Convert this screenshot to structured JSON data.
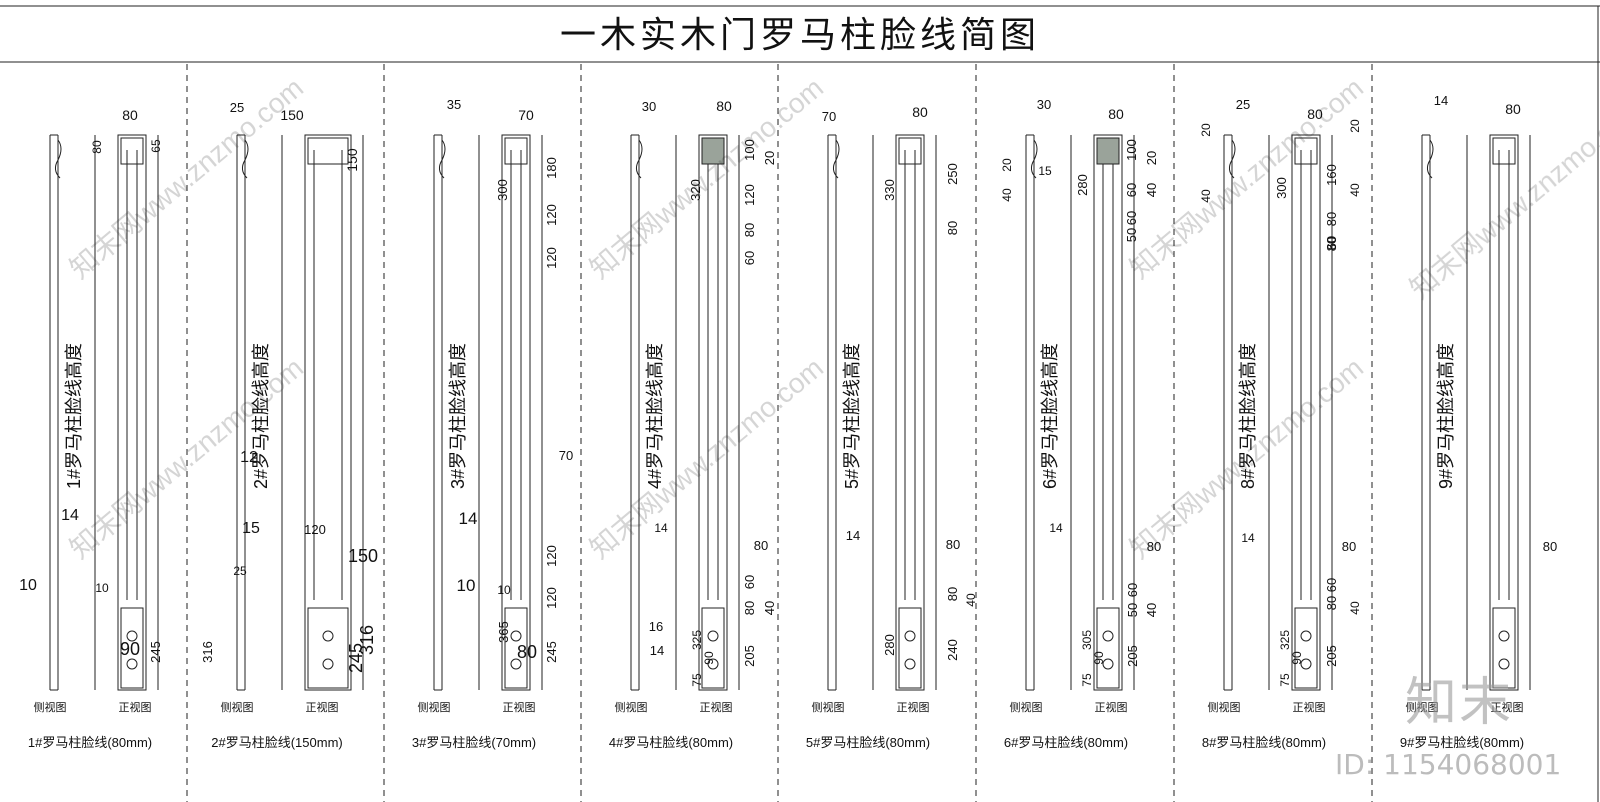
{
  "title": "一木实木门罗马柱脸线简图",
  "view_side": "侧视图",
  "view_front": "正视图",
  "logo": "知末",
  "id_label": "ID: 1154068001",
  "watermark": "知末网www.znzmo.com",
  "columns": [
    {
      "caption": "1#罗马柱脸线(80mm)",
      "vertical": "1#罗马柱脸线高度",
      "dims": [
        "80",
        "80",
        "65",
        "14",
        "10",
        "10",
        "90",
        "245"
      ]
    },
    {
      "caption": "2#罗马柱脸线(150mm)",
      "vertical": "2#罗马柱脸线高度",
      "dims": [
        "25",
        "150",
        "150",
        "12",
        "15",
        "25",
        "316",
        "120",
        "150",
        "245",
        "316"
      ]
    },
    {
      "caption": "3#罗马柱脸线(70mm)",
      "vertical": "3#罗马柱脸线高度",
      "dims": [
        "35",
        "70",
        "300",
        "180",
        "120",
        "120",
        "70",
        "14",
        "10",
        "10",
        "365",
        "80",
        "120",
        "120",
        "245"
      ]
    },
    {
      "caption": "4#罗马柱脸线(80mm)",
      "vertical": "4#罗马柱脸线高度",
      "dims": [
        "30",
        "80",
        "320",
        "100",
        "20",
        "120",
        "80",
        "60",
        "14",
        "80",
        "60",
        "80",
        "40",
        "16",
        "14",
        "325",
        "90",
        "75",
        "205"
      ]
    },
    {
      "caption": "5#罗马柱脸线(80mm)",
      "vertical": "5#罗马柱脸线高度",
      "dims": [
        "70",
        "80",
        "330",
        "250",
        "80",
        "14",
        "80",
        "80",
        "40",
        "280",
        "240"
      ]
    },
    {
      "caption": "6#罗马柱脸线(80mm)",
      "vertical": "6#罗马柱脸线高度",
      "dims": [
        "30",
        "80",
        "20",
        "40",
        "15",
        "280",
        "100",
        "20",
        "60",
        "40",
        "50",
        "60",
        "14",
        "80",
        "60",
        "50",
        "40",
        "305",
        "90",
        "75",
        "205"
      ]
    },
    {
      "caption": "8#罗马柱脸线(80mm)",
      "vertical": "8#罗马柱脸线高度",
      "dims": [
        "25",
        "80",
        "20",
        "20",
        "40",
        "300",
        "160",
        "40",
        "80",
        "60",
        "80",
        "14",
        "80",
        "60",
        "80",
        "40",
        "325",
        "90",
        "75",
        "205"
      ]
    },
    {
      "caption": "9#罗马柱脸线(80mm)",
      "vertical": "9#罗马柱脸线高度",
      "dims": [
        "14",
        "80",
        "80"
      ]
    }
  ]
}
